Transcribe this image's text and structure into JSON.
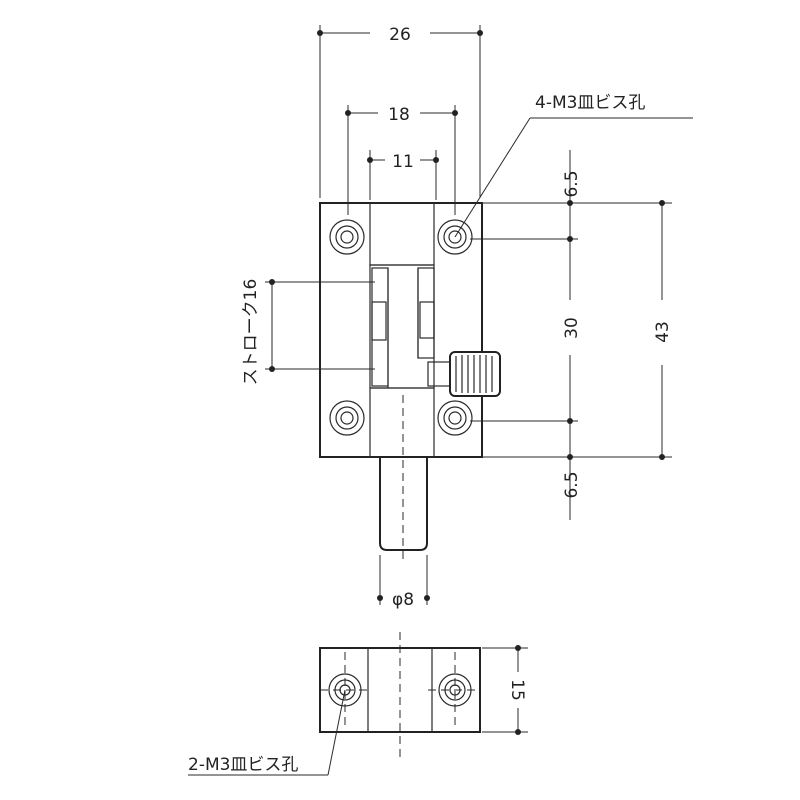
{
  "dims": {
    "width_26": "26",
    "width_18": "18",
    "width_11": "11",
    "height_43": "43",
    "height_30": "30",
    "top_65": "6.5",
    "bottom_65": "6.5",
    "stroke_16": "ストローク16",
    "phi_8": "φ8",
    "depth_15": "15"
  },
  "labels": {
    "top_holes": "4-M3皿ビス孔",
    "bottom_holes": "2-M3皿ビス孔"
  },
  "colors": {
    "line": "#2a2a2a",
    "background": "#ffffff"
  }
}
